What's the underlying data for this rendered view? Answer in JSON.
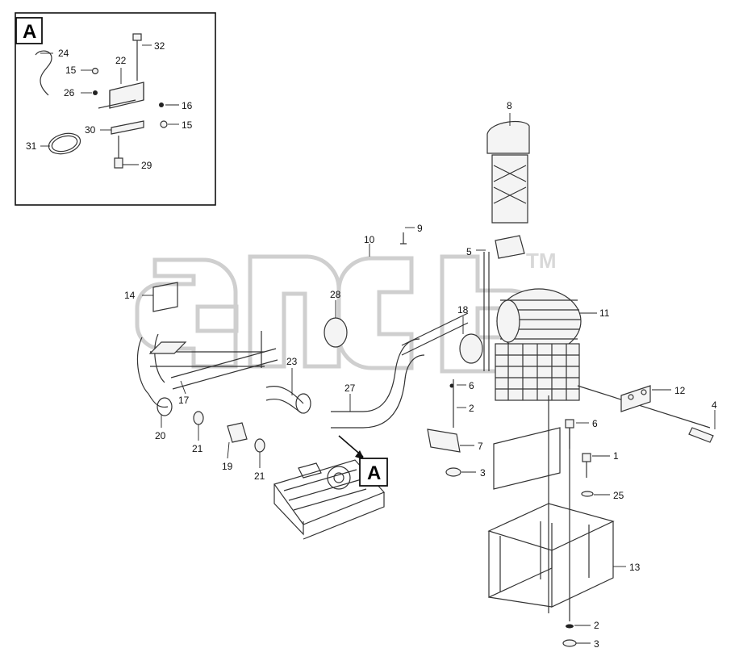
{
  "callouts": {
    "inset_label": "A",
    "main_label": "A"
  },
  "watermark": {
    "tm": "TM"
  },
  "labels": {
    "p24": "24",
    "p32": "32",
    "p22": "22",
    "p15a": "15",
    "p26": "26",
    "p16": "16",
    "p15b": "15",
    "p30": "30",
    "p31": "31",
    "p29": "29",
    "p8": "8",
    "p10": "10",
    "p9": "9",
    "p5": "5",
    "p14": "14",
    "p28": "28",
    "p18": "18",
    "p11": "11",
    "p23": "23",
    "p17": "17",
    "p27": "27",
    "p6a": "6",
    "p2a": "2",
    "p12": "12",
    "p4": "4",
    "p20": "20",
    "p21a": "21",
    "p19": "19",
    "p21b": "21",
    "p6b": "6",
    "p7": "7",
    "p3a": "3",
    "p1": "1",
    "p25": "25",
    "p13": "13",
    "p2b": "2",
    "p3b": "3"
  }
}
